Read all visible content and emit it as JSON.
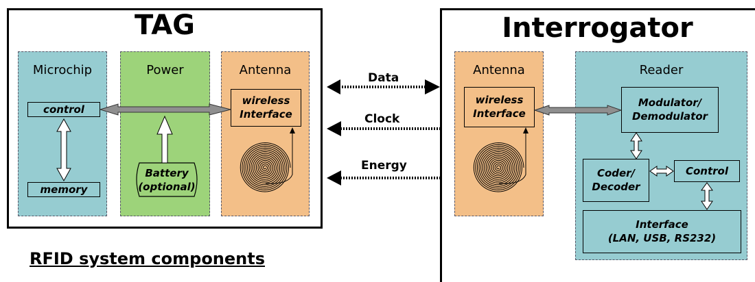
{
  "tag": {
    "title": "TAG",
    "microchip": {
      "label": "Microchip",
      "control": "control",
      "memory": "memory"
    },
    "power": {
      "label": "Power",
      "battery": "Battery\n(optional)"
    },
    "antenna": {
      "label": "Antenna",
      "wireless": "wireless\nInterface"
    }
  },
  "signals": {
    "data": "Data",
    "clock": "Clock",
    "energy": "Energy"
  },
  "interrogator": {
    "title": "Interrogator",
    "antenna": {
      "label": "Antenna",
      "wireless": "wireless\nInterface"
    },
    "reader": {
      "label": "Reader",
      "modulator": "Modulator/\nDemodulator",
      "coder": "Coder/\nDecoder",
      "control": "Control",
      "interface": "Interface\n(LAN, USB, RS232)"
    }
  },
  "caption": "RFID system components",
  "colors": {
    "blue": "#96ccd1",
    "green": "#9dd37a",
    "orange": "#f3bf88"
  }
}
